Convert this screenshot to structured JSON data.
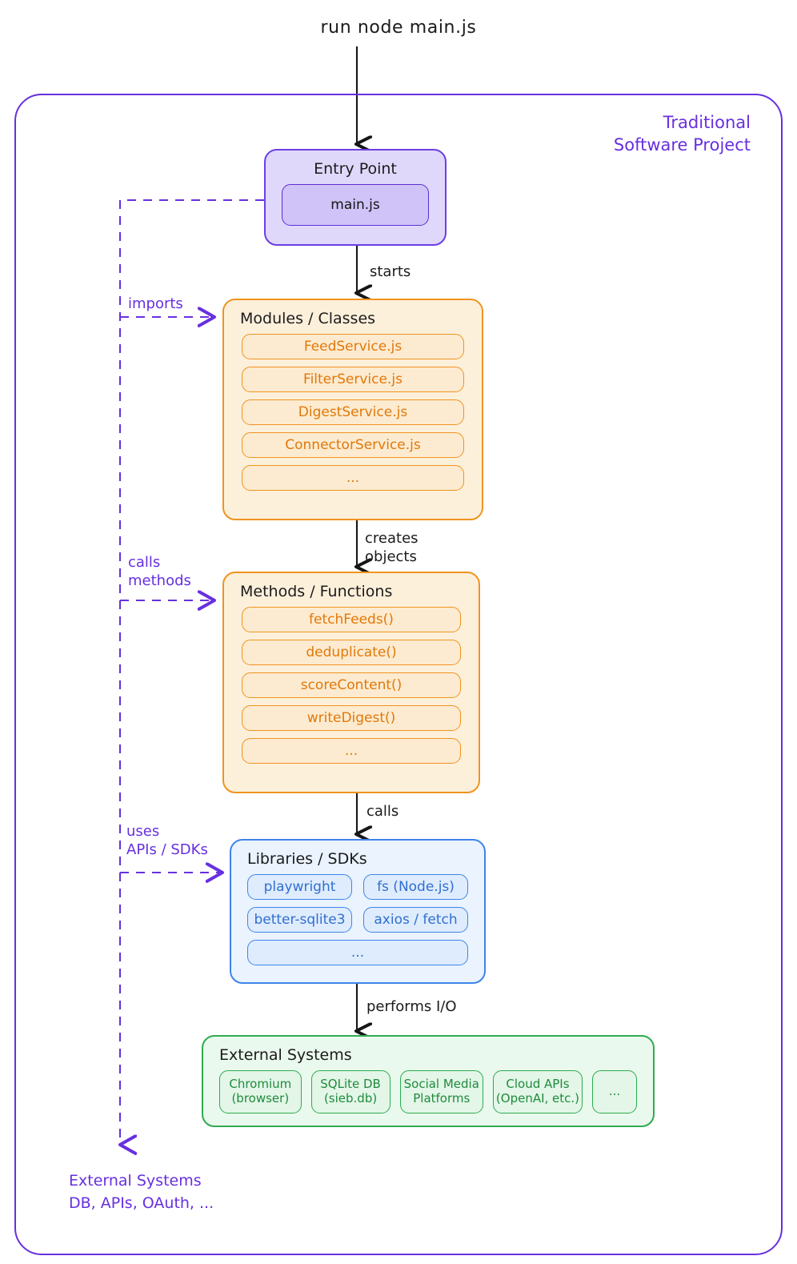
{
  "command_caption": "run node main.js",
  "frame": {
    "title": "Traditional\nSoftware Project",
    "accent": "#6730e0"
  },
  "nodes": {
    "entry_point": {
      "title": "Entry Point",
      "items": [
        "main.js"
      ],
      "accent": "#6b3fe4",
      "fill": "#e0d8fb"
    },
    "modules": {
      "title": "Modules / Classes",
      "items": [
        "FeedService.js",
        "FilterService.js",
        "DigestService.js",
        "ConnectorService.js",
        "..."
      ],
      "accent": "#f0931f",
      "fill": "#fdf0db"
    },
    "methods": {
      "title": "Methods / Functions",
      "items": [
        "fetchFeeds()",
        "deduplicate()",
        "scoreContent()",
        "writeDigest()",
        "..."
      ],
      "accent": "#f0931f",
      "fill": "#fdf0db"
    },
    "libraries": {
      "title": "Libraries / SDKs",
      "items": [
        "playwright",
        "fs (Node.js)",
        "better-sqlite3",
        "axios / fetch"
      ],
      "wide_item": "...",
      "accent": "#3d85e8",
      "fill": "#eaf3fe"
    },
    "external": {
      "title": "External Systems",
      "items": [
        "Chromium\n(browser)",
        "SQLite DB\n(sieb.db)",
        "Social Media\nPlatforms",
        "Cloud APIs\n(OpenAI, etc.)",
        "..."
      ],
      "accent": "#2fab4f",
      "fill": "#eaf9ed"
    }
  },
  "edges": {
    "entry_to_modules": "starts",
    "modules_to_methods": "creates\nobjects",
    "methods_to_libraries": "calls",
    "libraries_to_external": "performs I/O",
    "feedback_imports": "imports",
    "feedback_calls_methods": "calls\nmethods",
    "feedback_uses_apis": "uses\nAPIs / SDKs"
  },
  "bottom_note": "External Systems\nDB, APIs, OAuth, ..."
}
